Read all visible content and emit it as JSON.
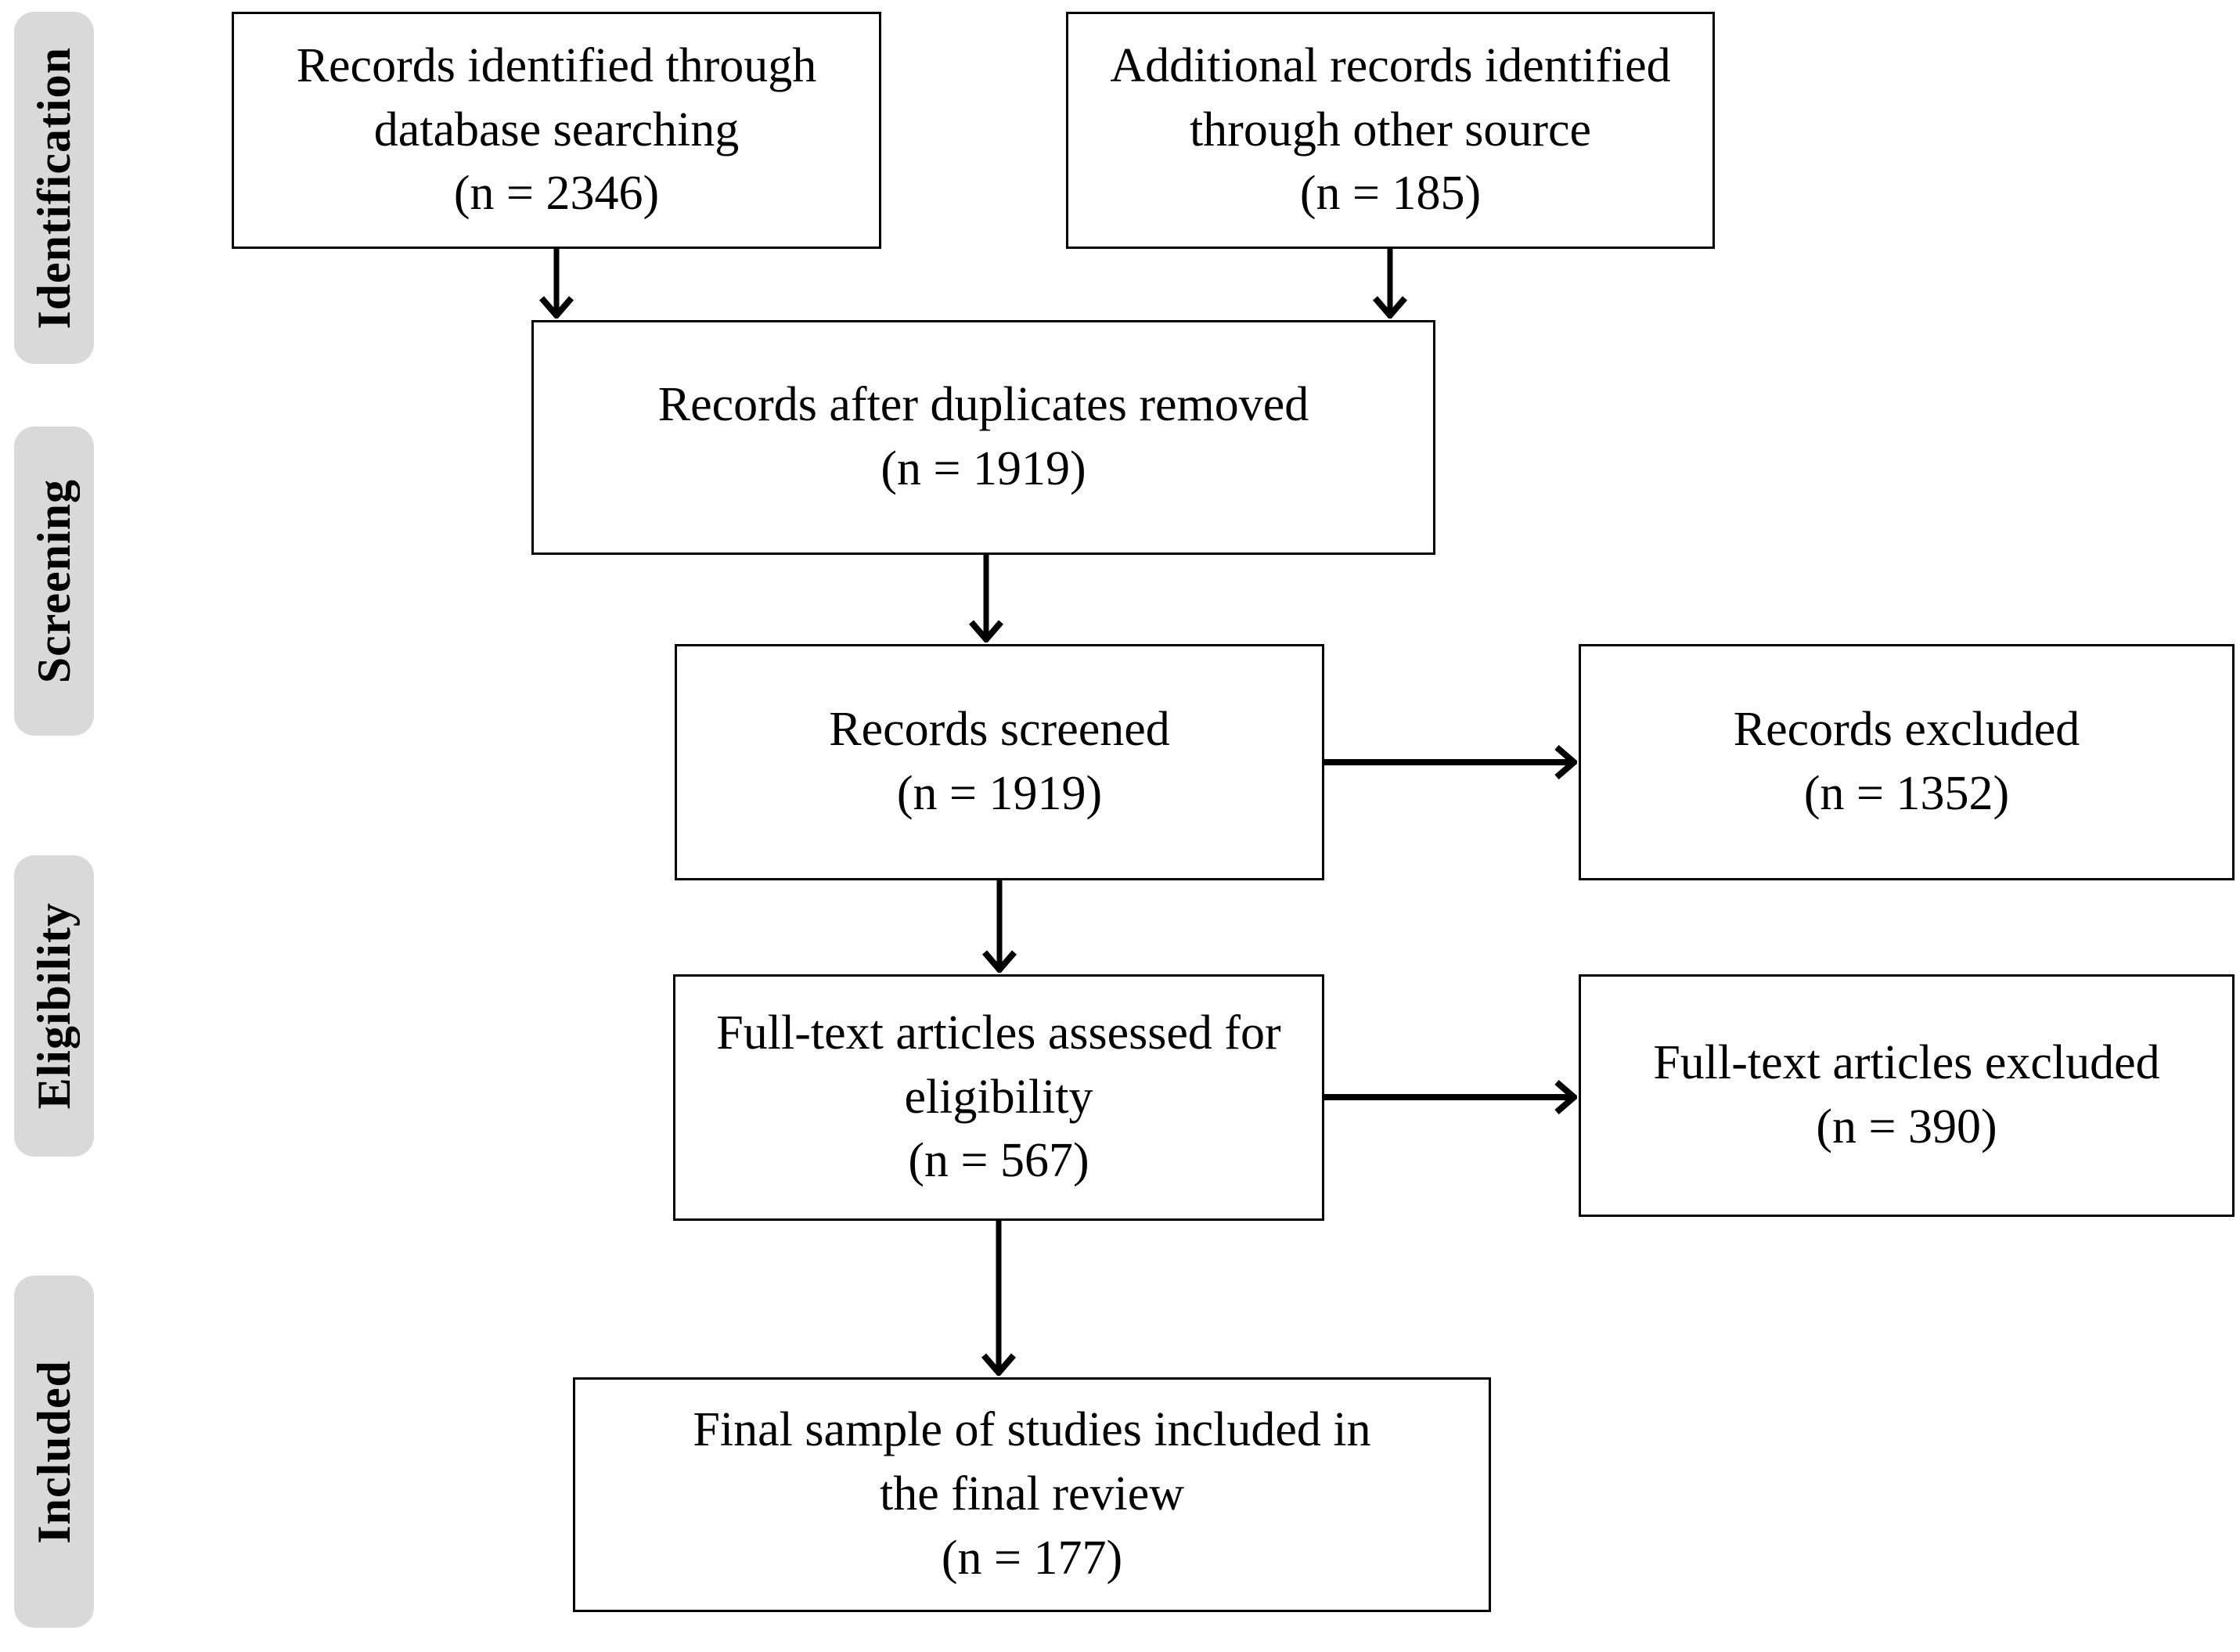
{
  "diagram": {
    "type": "prisma-flow-diagram",
    "stages": [
      {
        "id": "identification",
        "label": "Identification"
      },
      {
        "id": "screening",
        "label": "Screening"
      },
      {
        "id": "eligibility",
        "label": "Eligibility"
      },
      {
        "id": "included",
        "label": "Included"
      }
    ],
    "nodes": [
      {
        "id": "records-identified",
        "text": "Records identified through\ndatabase searching\n(n = 2346)",
        "n": 2346
      },
      {
        "id": "additional-records",
        "text": "Additional records identified\nthrough other source\n(n = 185)",
        "n": 185
      },
      {
        "id": "after-duplicates",
        "text": "Records after duplicates removed\n(n = 1919)",
        "n": 1919
      },
      {
        "id": "screened",
        "text": "Records screened\n(n = 1919)",
        "n": 1919
      },
      {
        "id": "records-excluded",
        "text": "Records excluded\n(n = 1352)",
        "n": 1352
      },
      {
        "id": "fulltext-assessed",
        "text": "Full-text articles assessed for\neligibility\n(n = 567)",
        "n": 567
      },
      {
        "id": "fulltext-excluded",
        "text": "Full-text articles excluded\n(n = 390)",
        "n": 390
      },
      {
        "id": "final-sample",
        "text": "Final sample of studies included in\nthe final review\n(n = 177)",
        "n": 177
      }
    ],
    "edges": [
      {
        "from": "records-identified",
        "to": "after-duplicates"
      },
      {
        "from": "additional-records",
        "to": "after-duplicates"
      },
      {
        "from": "after-duplicates",
        "to": "screened"
      },
      {
        "from": "screened",
        "to": "records-excluded"
      },
      {
        "from": "screened",
        "to": "fulltext-assessed"
      },
      {
        "from": "fulltext-assessed",
        "to": "fulltext-excluded"
      },
      {
        "from": "fulltext-assessed",
        "to": "final-sample"
      }
    ],
    "colors": {
      "background": "#ffffff",
      "box_border": "#000000",
      "text": "#000000",
      "arrow": "#000000",
      "stage_label_bg": "#d9d9d9"
    }
  }
}
